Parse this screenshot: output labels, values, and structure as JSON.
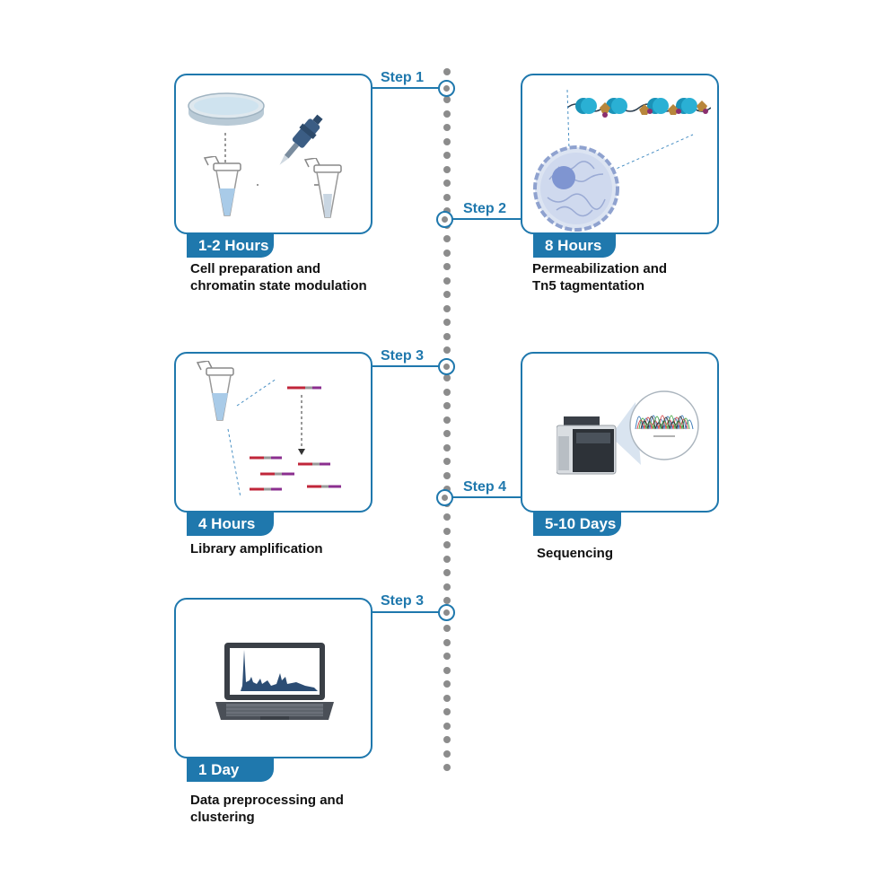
{
  "colors": {
    "accent": "#1f78ad",
    "timeline_dot": "#8c8c8c",
    "text": "#111111"
  },
  "steps": [
    {
      "label": "Step 1",
      "duration": "1-2 Hours",
      "desc_line1": "Cell preparation and",
      "desc_line2": "chromatin state modulation"
    },
    {
      "label": "Step 2",
      "duration": "8 Hours",
      "desc_line1": "Permeabilization and",
      "desc_line2": "Tn5 tagmentation"
    },
    {
      "label": "Step 3",
      "duration": "4 Hours",
      "desc_line1": "Library amplification",
      "desc_line2": ""
    },
    {
      "label": "Step 4",
      "duration": "5-10 Days",
      "desc_line1": "Sequencing",
      "desc_line2": ""
    },
    {
      "label": "Step 3",
      "duration": "1 Day",
      "desc_line1": "Data preprocessing and",
      "desc_line2": "clustering"
    }
  ],
  "icons": [
    "petri-dish-icon",
    "pipette-icon",
    "microtube-icon",
    "nucleosome-icon",
    "cell-nucleus-icon",
    "dna-fragment-icon",
    "sequencer-icon",
    "chromatogram-icon",
    "laptop-icon"
  ]
}
